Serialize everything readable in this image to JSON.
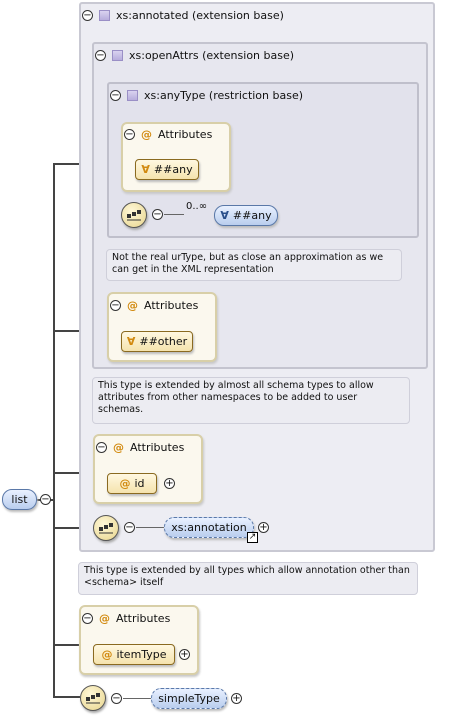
{
  "root": {
    "label": "list"
  },
  "annotated": {
    "title": "xs:annotated (extension base)"
  },
  "openAttrs": {
    "title": "xs:openAttrs (extension base)"
  },
  "anyType": {
    "title": "xs:anyType (restriction base)",
    "attributes_title": "Attributes",
    "any_attribute": "##any",
    "occurrence": "0..∞",
    "any_element": "##any",
    "note": "Not the real urType, but as close an approximation as we can get in the XML representation"
  },
  "openAttrs_attributes": {
    "title": "Attributes",
    "other": "##other"
  },
  "openAttrs_note": "This type is extended by almost all schema types to allow attributes from other namespaces to be added to user schemas.",
  "annotated_attributes": {
    "title": "Attributes",
    "id": "id"
  },
  "annotation_element": "xs:annotation",
  "annotated_note": "This type is extended by all types which allow annotation other than <schema> itself",
  "list_attributes": {
    "title": "Attributes",
    "itemType": "itemType"
  },
  "simpleType_element": "simpleType",
  "symbols": {
    "at": "@",
    "wildcard": "∀"
  }
}
